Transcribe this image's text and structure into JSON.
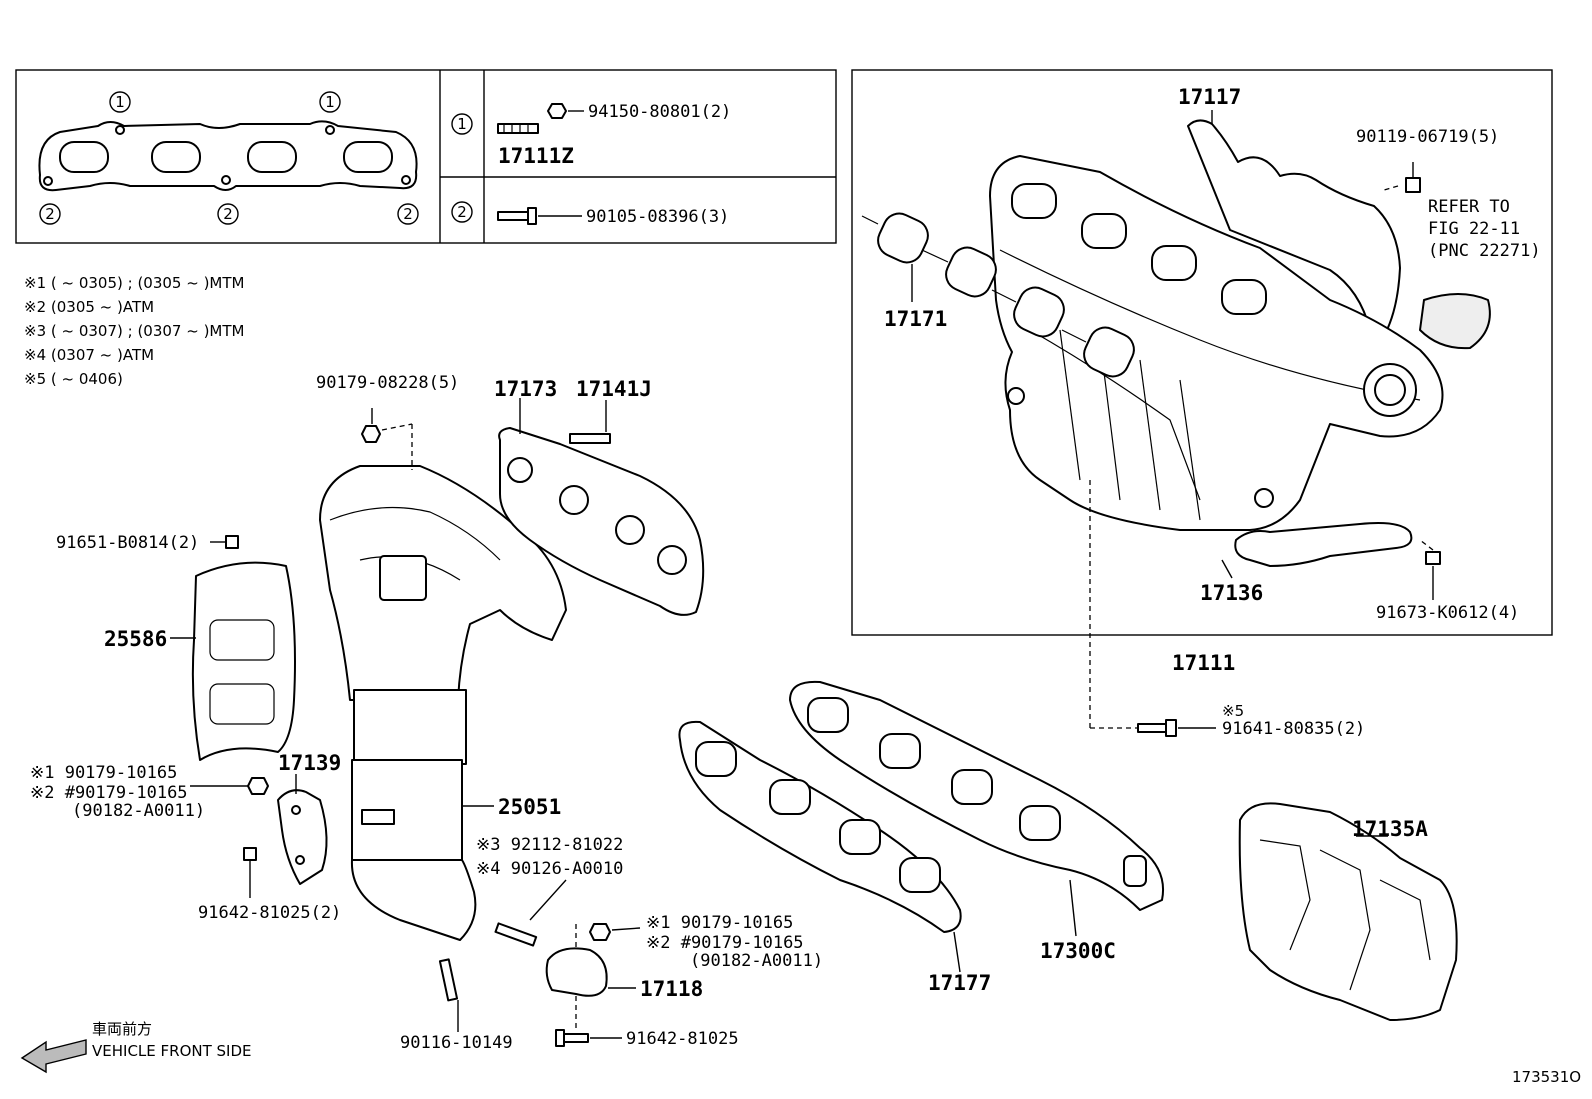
{
  "inset": {
    "marker1": "1",
    "marker2": "2",
    "row1_part": "17111Z",
    "row1_nut": "94150-80801(2)",
    "row2_bolt": "90105-08396(3)"
  },
  "notes": [
    "※1 (        ~ 0305) ; (0305 ~         )MTM",
    "※2 (0305 ~         )ATM",
    "※3 (        ~ 0307) ; (0307 ~         )MTM",
    "※4 (0307 ~         )ATM",
    "※5 (        ~ 0406)"
  ],
  "right_box": {
    "p17117": "17117",
    "p90119": "90119-06719(5)",
    "refer1": "REFER TO",
    "refer2": "FIG 22-11",
    "refer3": "(PNC 22271)",
    "p17171": "17171",
    "p17136": "17136",
    "p91673": "91673-K0612(4)"
  },
  "labels": {
    "p17111": "17111",
    "p91641_note": "※5",
    "p91641": "91641-80835(2)",
    "p90179_08228": "90179-08228(5)",
    "p17173": "17173",
    "p17141J": "17141J",
    "p91651": "91651-B0814(2)",
    "p25586": "25586",
    "p17139": "17139",
    "p90179a_1": "※1  90179-10165",
    "p90179a_2": "※2 #90179-10165",
    "p90179a_3": "(90182-A0011)",
    "p25051": "25051",
    "p91642a": "91642-81025(2)",
    "p92112": "※3 92112-81022",
    "p90126": "※4 90126-A0010",
    "p90179b_1": "※1   90179-10165",
    "p90179b_2": "※2 #90179-10165",
    "p90179b_3": "(90182-A0011)",
    "p17118": "17118",
    "p91642b": "91642-81025",
    "p90116": "90116-10149",
    "p17177": "17177",
    "p17300C": "17300C",
    "p17135A": "17135A",
    "front_jp": "車両前方",
    "front_en": "VEHICLE FRONT SIDE",
    "figure_id": "173531O"
  }
}
